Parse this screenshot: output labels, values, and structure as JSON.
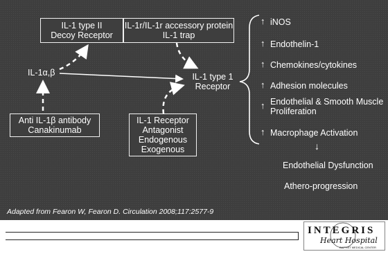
{
  "diagram": {
    "il1_alpha_beta": "IL-1α,β",
    "decoy_receptor": [
      "IL-1 type II",
      "Decoy Receptor"
    ],
    "accessory_protein": [
      "IL-1r/IL-1r accessory protein",
      "IL-1 trap"
    ],
    "type1_receptor": [
      "IL-1 type 1",
      "Receptor"
    ],
    "antibody": [
      "Anti IL-1β antibody",
      "Canakinumab"
    ],
    "antagonist": [
      "IL-1 Receptor",
      "Antagonist",
      "Endogenous",
      "Exogenous"
    ]
  },
  "effects": {
    "items": [
      "iNOS",
      "Endothelin-1",
      "Chemokines/cytokines",
      "Adhesion molecules",
      "Endothelial & Smooth Muscle Proliferation",
      "Macrophage Activation"
    ],
    "up_arrow": "↑",
    "down_arrow": "↓",
    "outcome_1": "Endothelial Dysfunction",
    "outcome_2": "Athero-progression"
  },
  "citation": "Adapted from Fearon W, Fearon D. Circulation 2008;117:2577-9",
  "logo": {
    "word": "INTEGRIS",
    "sub": "Heart Hospital",
    "tag": "BAPTIST MEDICAL CENTER"
  },
  "colors": {
    "slide_bg": "#3e3e3e",
    "text": "#ffffff"
  }
}
